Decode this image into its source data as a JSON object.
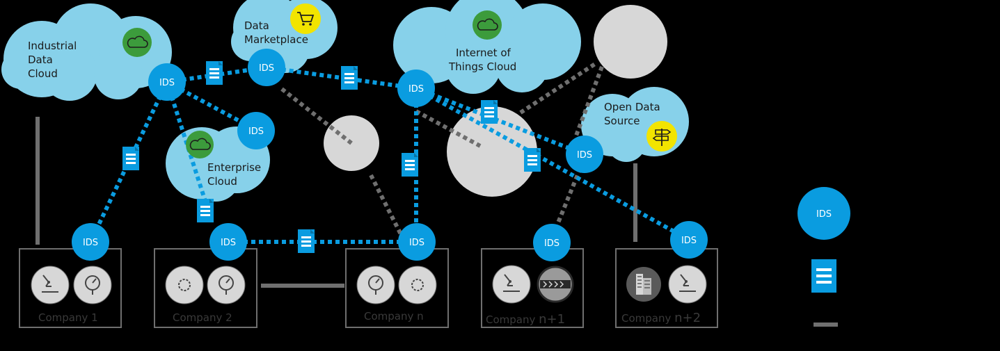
{
  "colors": {
    "cloud": "#87d1ea",
    "ids": "#0a9ce0",
    "data_line": "#0a9ce0",
    "other_line": "#6f6f6f",
    "grey_cloud": "#d7d7d7",
    "green_badge": "#3c9b3c",
    "yellow_badge": "#f2e400",
    "background": "#000000"
  },
  "clouds": {
    "industrial": {
      "line1": "Industrial",
      "line2": "Data",
      "line3": "Cloud",
      "icon": "cloud-icon"
    },
    "marketplace": {
      "line1": "Data",
      "line2": "Marketplace",
      "icon": "shopping-cart-icon"
    },
    "iot": {
      "line1": "Internet of",
      "line2": "Things Cloud",
      "icon": "cloud-icon"
    },
    "opendata": {
      "line1": "Open Data",
      "line2": "Source",
      "icon": "signpost-icon"
    },
    "enterprise": {
      "line1": "Enterprise",
      "line2": "Cloud",
      "icon": "cloud-icon"
    }
  },
  "connector_label": "IDS",
  "companies": [
    {
      "name": "Company 1",
      "icons": [
        "robot-arm-icon",
        "pressure-gauge-icon"
      ]
    },
    {
      "name": "Company 2",
      "icons": [
        "gear-icon",
        "pressure-gauge-icon"
      ]
    },
    {
      "name": "Company n",
      "icons": [
        "pressure-gauge-icon",
        "gear-icon"
      ]
    },
    {
      "name_prefix": "Company ",
      "name_suffix": "n+1",
      "icons": [
        "robot-arm-icon",
        "conveyor-icon"
      ]
    },
    {
      "name_prefix": "Company ",
      "name_suffix": "n+2",
      "icons": [
        "building-icon",
        "robot-arm-icon"
      ]
    }
  ],
  "legend": {
    "connector_label": "IDS",
    "document_icon": "document-icon",
    "line_icon": "grey-line-icon"
  }
}
